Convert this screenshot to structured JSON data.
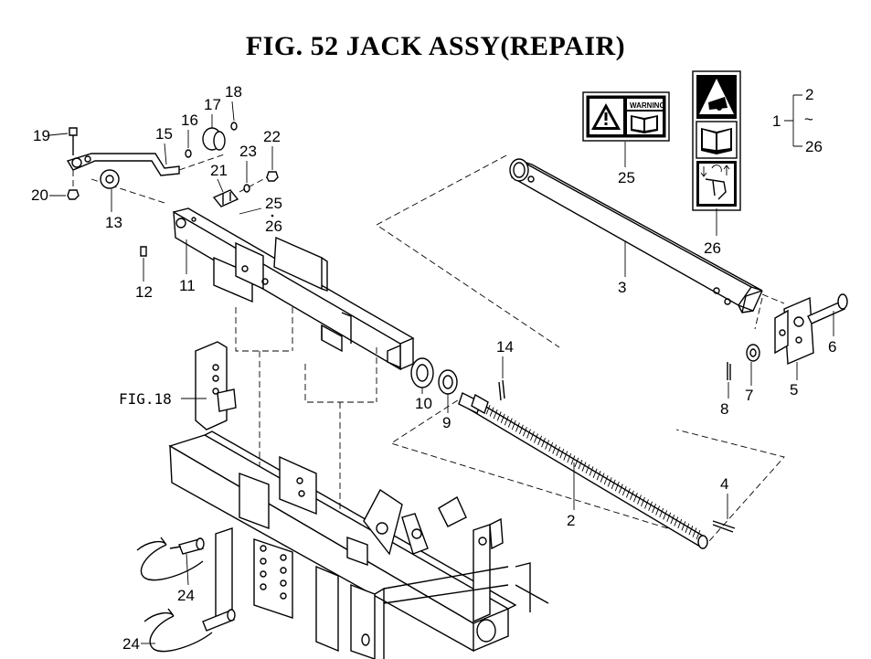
{
  "title": "FIG. 52  JACK ASSY(REPAIR)",
  "reference": "FIG.18",
  "range_note": {
    "assembly": "1",
    "from": "2",
    "tilde": "~",
    "to": "26"
  },
  "decal_25": {
    "warning_word": "WARNING"
  },
  "callouts": {
    "c2": "2",
    "c3": "3",
    "c4": "4",
    "c5": "5",
    "c6": "6",
    "c7": "7",
    "c8": "8",
    "c9": "9",
    "c10": "10",
    "c11": "11",
    "c12": "12",
    "c13": "13",
    "c14": "14",
    "c15": "15",
    "c16": "16",
    "c17": "17",
    "c18": "18",
    "c19": "19",
    "c20": "20",
    "c21": "21",
    "c22": "22",
    "c23": "23",
    "c24a": "24",
    "c24b": "24",
    "c25": "25",
    "c25b": "25",
    "c26": "26",
    "c26b": "26"
  },
  "colors": {
    "ink": "#000000",
    "paper": "#ffffff"
  }
}
